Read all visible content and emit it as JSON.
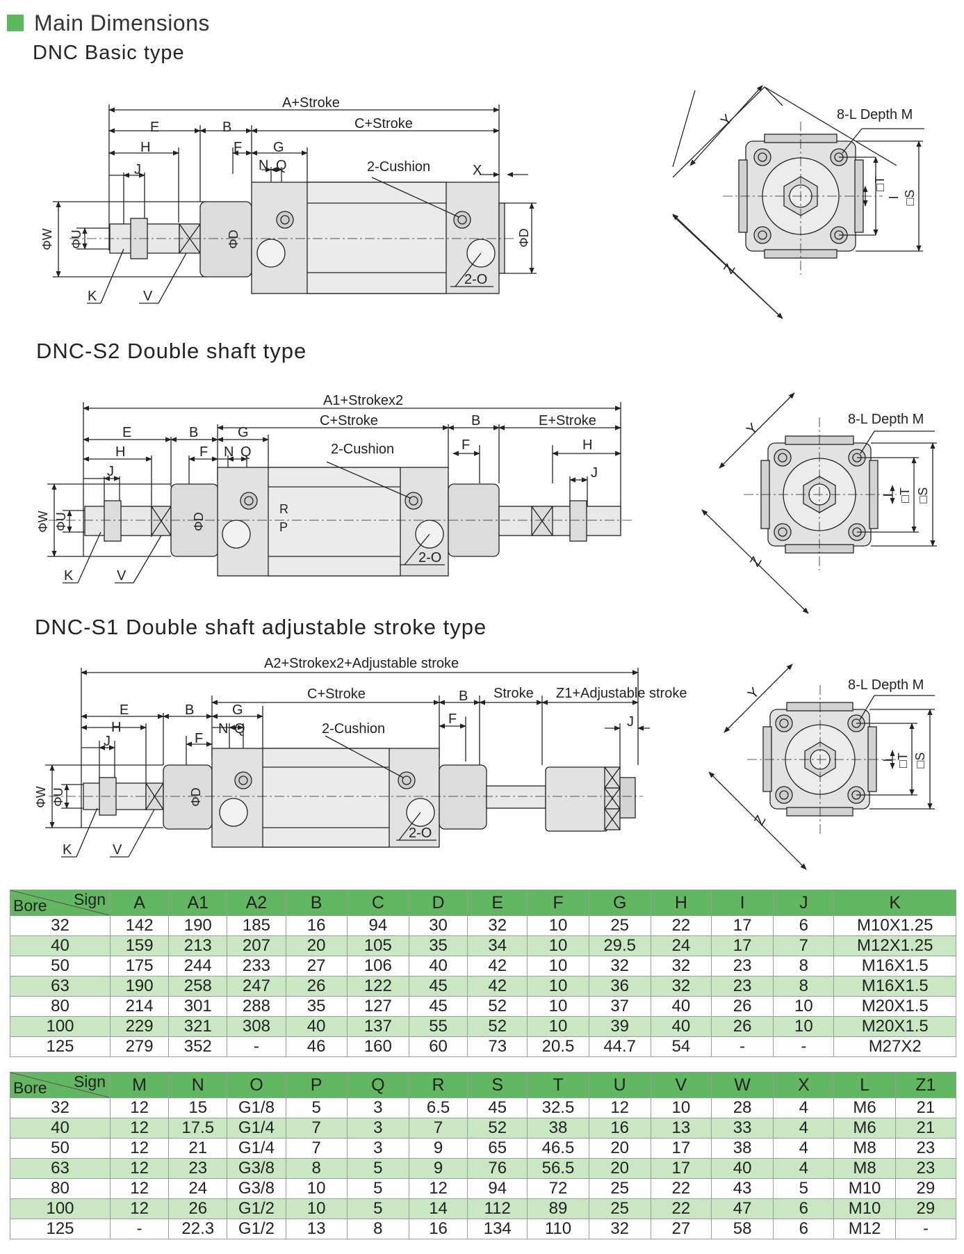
{
  "header": {
    "title": "Main Dimensions"
  },
  "sections": [
    {
      "title": "DNC Basic type",
      "labels": {
        "overall": "A+Stroke",
        "c": "C+Stroke",
        "cushion": "2-Cushion",
        "x": "X",
        "e": "E",
        "b": "B",
        "h": "H",
        "f": "F",
        "g": "G",
        "j": "J",
        "n": "N",
        "q": "Q",
        "phi_w": "ΦW",
        "phi_u": "ΦU",
        "phi_d": "ΦD",
        "k": "K",
        "v": "V",
        "o": "2-O",
        "depth": "8-L Depth M",
        "y": "Y",
        "z": "Z",
        "i": "I",
        "t": "□T",
        "s": "□S"
      }
    },
    {
      "title": "DNC-S2 Double shaft type",
      "labels": {
        "overall": "A1+Strokex2",
        "c": "C+Stroke",
        "b2": "B",
        "estroke": "E+Stroke",
        "e": "E",
        "b": "B",
        "g": "G",
        "h": "H",
        "f": "F",
        "n": "N",
        "q": "Q",
        "j": "J",
        "cushion": "2-Cushion",
        "h2": "H",
        "f2": "F",
        "j2": "J",
        "phi_w": "ΦW",
        "phi_u": "ΦU",
        "phi_d": "ΦD",
        "r": "R",
        "p": "P",
        "k": "K",
        "v": "V",
        "o": "2-O",
        "depth": "8-L Depth M",
        "y": "Y",
        "z": "Z",
        "i": "I",
        "t": "□T",
        "s": "□S"
      }
    },
    {
      "title": "DNC-S1 Double shaft adjustable stroke type",
      "labels": {
        "overall": "A2+Strokex2+Adjustable stroke",
        "c": "C+Stroke",
        "b2": "B",
        "stroke": "Stroke",
        "z1": "Z1+Adjustable stroke",
        "e": "E",
        "b": "B",
        "g": "G",
        "h": "H",
        "f": "F",
        "n": "N",
        "q": "Q",
        "j": "J",
        "f2": "F",
        "j2": "J",
        "cushion": "2-Cushion",
        "phi_w": "ΦW",
        "phi_u": "ΦU",
        "phi_d": "ΦD",
        "k": "K",
        "v": "V",
        "o": "2-O",
        "depth": "8-L Depth M",
        "y": "Y",
        "z": "Z",
        "i": "I",
        "t": "□T",
        "s": "□S"
      }
    }
  ],
  "table1": {
    "corner": {
      "sign": "Sign",
      "bore": "Bore"
    },
    "headers": [
      "A",
      "A1",
      "A2",
      "B",
      "C",
      "D",
      "E",
      "F",
      "G",
      "H",
      "I",
      "J",
      "K"
    ],
    "rows": [
      [
        "32",
        "142",
        "190",
        "185",
        "16",
        "94",
        "30",
        "32",
        "10",
        "25",
        "22",
        "17",
        "6",
        "M10X1.25"
      ],
      [
        "40",
        "159",
        "213",
        "207",
        "20",
        "105",
        "35",
        "34",
        "10",
        "29.5",
        "24",
        "17",
        "7",
        "M12X1.25"
      ],
      [
        "50",
        "175",
        "244",
        "233",
        "27",
        "106",
        "40",
        "42",
        "10",
        "32",
        "32",
        "23",
        "8",
        "M16X1.5"
      ],
      [
        "63",
        "190",
        "258",
        "247",
        "26",
        "122",
        "45",
        "42",
        "10",
        "36",
        "32",
        "23",
        "8",
        "M16X1.5"
      ],
      [
        "80",
        "214",
        "301",
        "288",
        "35",
        "127",
        "45",
        "52",
        "10",
        "37",
        "40",
        "26",
        "10",
        "M20X1.5"
      ],
      [
        "100",
        "229",
        "321",
        "308",
        "40",
        "137",
        "55",
        "52",
        "10",
        "39",
        "40",
        "26",
        "10",
        "M20X1.5"
      ],
      [
        "125",
        "279",
        "352",
        "-",
        "46",
        "160",
        "60",
        "73",
        "20.5",
        "44.7",
        "54",
        "-",
        "-",
        "M27X2"
      ]
    ]
  },
  "table2": {
    "corner": {
      "sign": "Sign",
      "bore": "Bore"
    },
    "headers": [
      "M",
      "N",
      "O",
      "P",
      "Q",
      "R",
      "S",
      "T",
      "U",
      "V",
      "W",
      "X",
      "L",
      "Z1"
    ],
    "rows": [
      [
        "32",
        "12",
        "15",
        "G1/8",
        "5",
        "3",
        "6.5",
        "45",
        "32.5",
        "12",
        "10",
        "28",
        "4",
        "M6",
        "21"
      ],
      [
        "40",
        "12",
        "17.5",
        "G1/4",
        "7",
        "3",
        "7",
        "52",
        "38",
        "16",
        "13",
        "33",
        "4",
        "M6",
        "21"
      ],
      [
        "50",
        "12",
        "21",
        "G1/4",
        "7",
        "3",
        "9",
        "65",
        "46.5",
        "20",
        "17",
        "38",
        "4",
        "M8",
        "23"
      ],
      [
        "63",
        "12",
        "23",
        "G3/8",
        "8",
        "5",
        "9",
        "76",
        "56.5",
        "20",
        "17",
        "40",
        "4",
        "M8",
        "23"
      ],
      [
        "80",
        "12",
        "24",
        "G3/8",
        "10",
        "5",
        "12",
        "94",
        "72",
        "25",
        "22",
        "43",
        "5",
        "M10",
        "29"
      ],
      [
        "100",
        "12",
        "26",
        "G1/2",
        "10",
        "5",
        "14",
        "112",
        "89",
        "25",
        "22",
        "47",
        "6",
        "M10",
        "29"
      ],
      [
        "125",
        "-",
        "22.3",
        "G1/2",
        "13",
        "8",
        "16",
        "134",
        "110",
        "32",
        "27",
        "58",
        "6",
        "M12",
        "-"
      ]
    ]
  }
}
